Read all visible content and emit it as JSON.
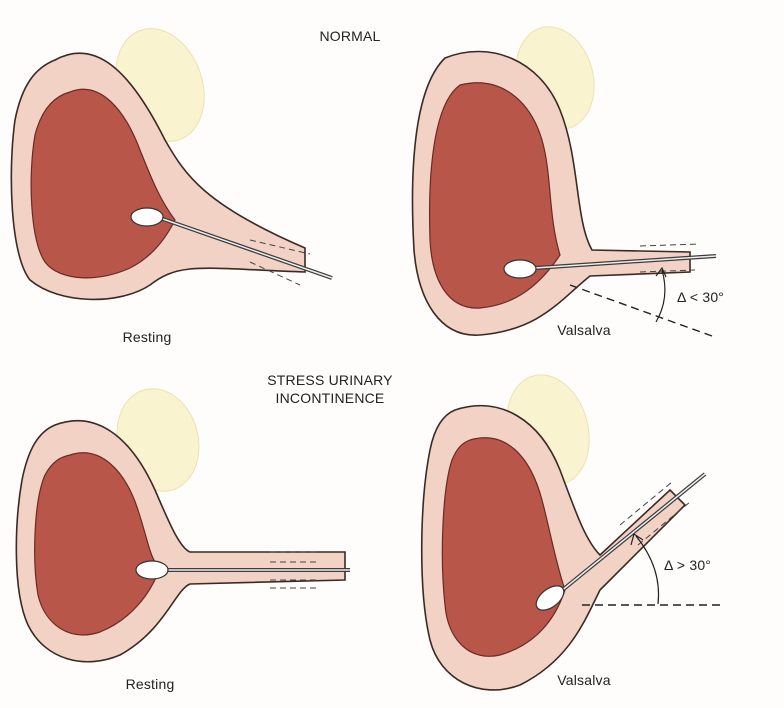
{
  "figure": {
    "section_top": "NORMAL",
    "section_bottom_line1": "STRESS URINARY",
    "section_bottom_line2": "INCONTINENCE",
    "panels": [
      {
        "id": "normal-resting",
        "label": "Resting"
      },
      {
        "id": "normal-valsalva",
        "label": "Valsalva",
        "angle_label": "Δ < 30°"
      },
      {
        "id": "sui-resting",
        "label": "Resting"
      },
      {
        "id": "sui-valsalva",
        "label": "Valsalva",
        "angle_label": "Δ > 30°"
      }
    ]
  },
  "colors": {
    "bladder_lumen": "#b9564a",
    "bladder_wall": "#f2d2c4",
    "outline": "#3a2a25",
    "pubic_bone": "#faf3cf",
    "swab": "#3c3c3c"
  }
}
